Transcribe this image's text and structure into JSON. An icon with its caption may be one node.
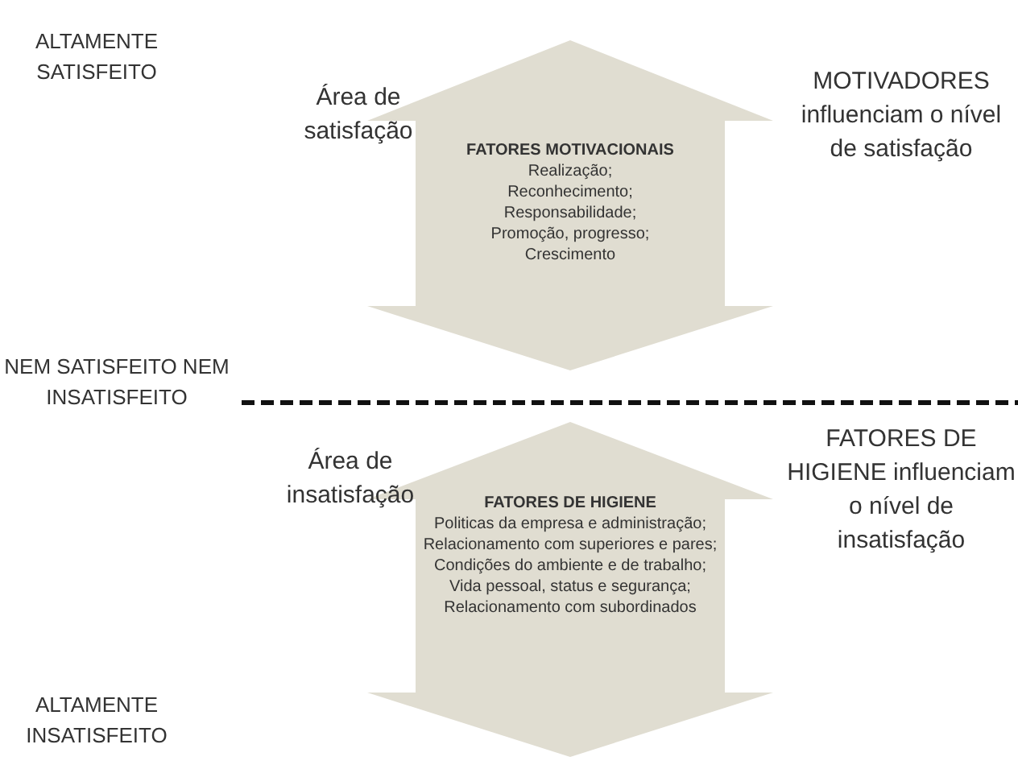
{
  "diagram": {
    "nodes": [
      {
        "text": [
          "FATORES MOTIVACIONAIS",
          "Realização;",
          "Reconhecimento;",
          "Responsabilidade;",
          "Promoção, progresso;",
          "Crescimento"
        ]
      },
      {
        "text": [
          "FATORES DE HIGIENE",
          "Politicas da empresa e administração;",
          "Relacionamento com superiores e pares;",
          "Condições do ambiente e de trabalho;",
          "Vida pessoal, status e segurança;",
          "Relacionamento com subordinados"
        ]
      }
    ],
    "edges": [],
    "labels": [
      "ALTAMENTE SATISFEITO",
      "Área de satisfação",
      "MOTIVADORES influenciam o nível de satisfação",
      "NEM SATISFEITO NEM INSATISFEITO",
      "Área de insatisfação",
      "FATORES DE HIGIENE influenciam o nível de insatisfação",
      "ALTAMENTE INSATISFEITO"
    ]
  }
}
